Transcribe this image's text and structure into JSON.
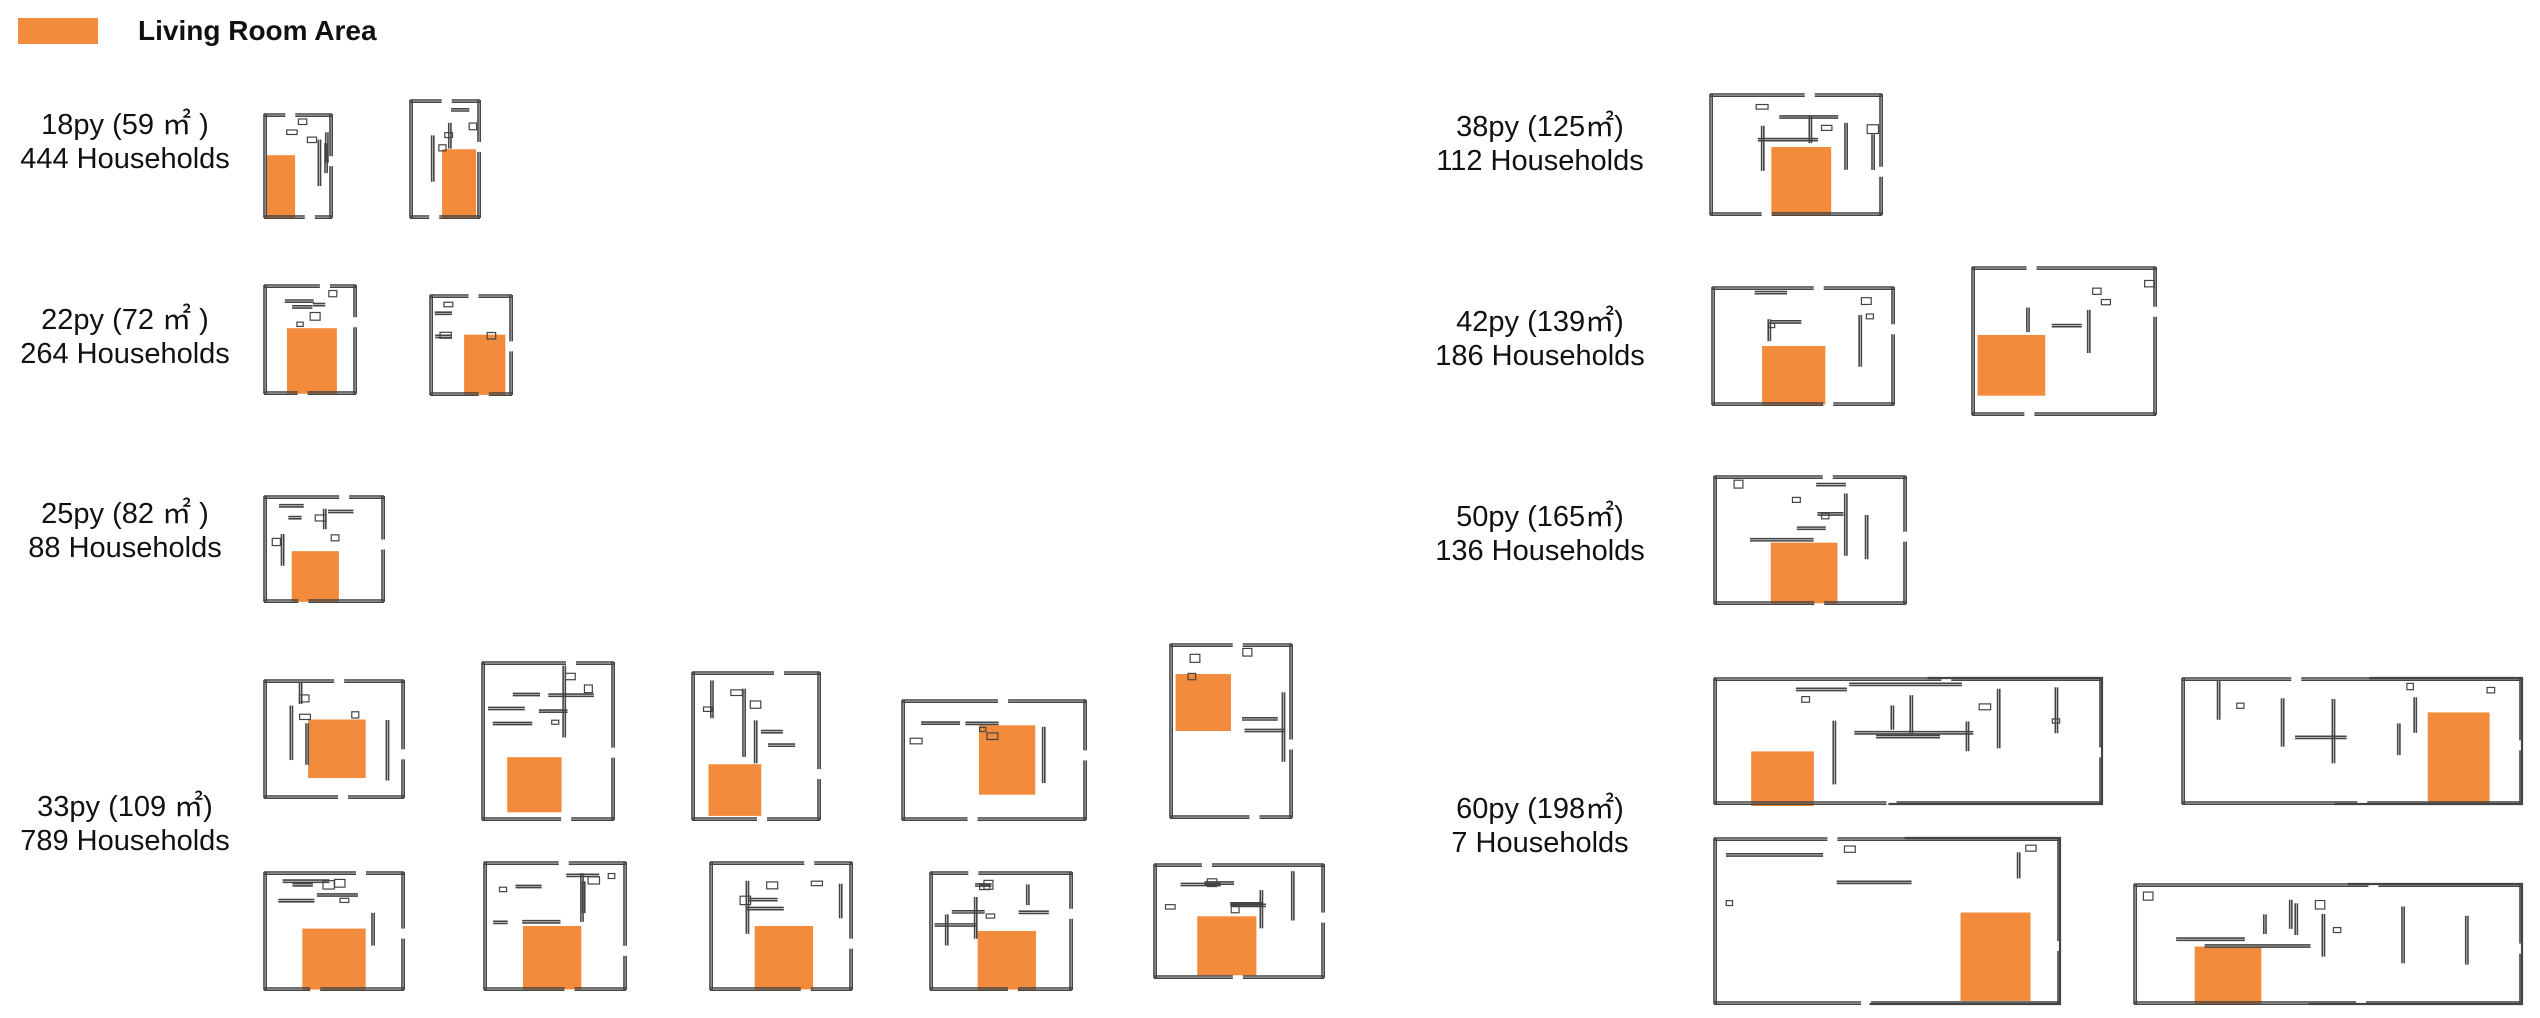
{
  "legend": {
    "label": "Living Room Area",
    "color": "#F28C3C"
  },
  "groups": [
    {
      "id": "18py",
      "area_line": "18py (59 ㎡ )",
      "households_line": "444 Households",
      "plan_count": 2
    },
    {
      "id": "22py",
      "area_line": "22py (72 ㎡ )",
      "households_line": "264 Households",
      "plan_count": 2
    },
    {
      "id": "25py",
      "area_line": "25py (82 ㎡ )",
      "households_line": "88 Households",
      "plan_count": 1
    },
    {
      "id": "33py",
      "area_line": "33py (109 ㎡)",
      "households_line": "789 Households",
      "plan_count": 10
    },
    {
      "id": "38py",
      "area_line": "38py (125㎡)",
      "households_line": "112 Households",
      "plan_count": 1
    },
    {
      "id": "42py",
      "area_line": "42py (139㎡)",
      "households_line": "186 Households",
      "plan_count": 2
    },
    {
      "id": "50py",
      "area_line": "50py (165㎡)",
      "households_line": "136 Households",
      "plan_count": 1
    },
    {
      "id": "60py",
      "area_line": "60py (198㎡)",
      "households_line": "7 Households",
      "plan_count": 4
    }
  ],
  "colors": {
    "wall": "#444444",
    "living": "#F28C3C"
  }
}
